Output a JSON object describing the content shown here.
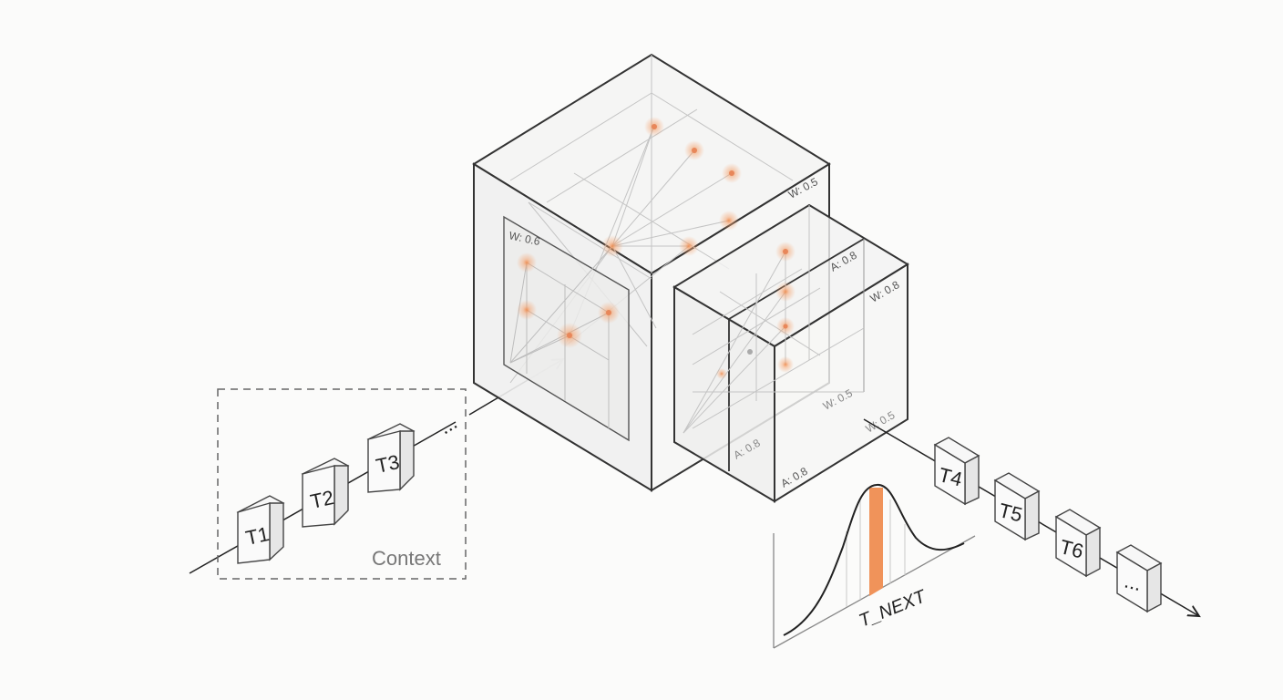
{
  "context": {
    "label": "Context",
    "ellipsis": "..."
  },
  "input_tokens": [
    {
      "label": "T1"
    },
    {
      "label": "T2"
    },
    {
      "label": "T3"
    }
  ],
  "output_tokens": [
    {
      "label": "T4"
    },
    {
      "label": "T5"
    },
    {
      "label": "T6"
    },
    {
      "label": "..."
    }
  ],
  "large_cube": {
    "top_weight_label": "W: 0.5",
    "inner_panel_label": "W: 0.6"
  },
  "small_cube": {
    "top_back_label": "A: 0.8",
    "top_front_label": "W: 0.8",
    "inner_bottom_label": "W: 0.5",
    "right_bottom_label": "W: 0.5",
    "inner_front_label": "A: 0.8",
    "front_bottom_label": "A: 0.8"
  },
  "distribution": {
    "label": "T_NEXT",
    "highlight_color": "#f0935a"
  },
  "colors": {
    "node": "#f4a06b",
    "stroke": "#333333",
    "grid": "#bdbdbd"
  }
}
